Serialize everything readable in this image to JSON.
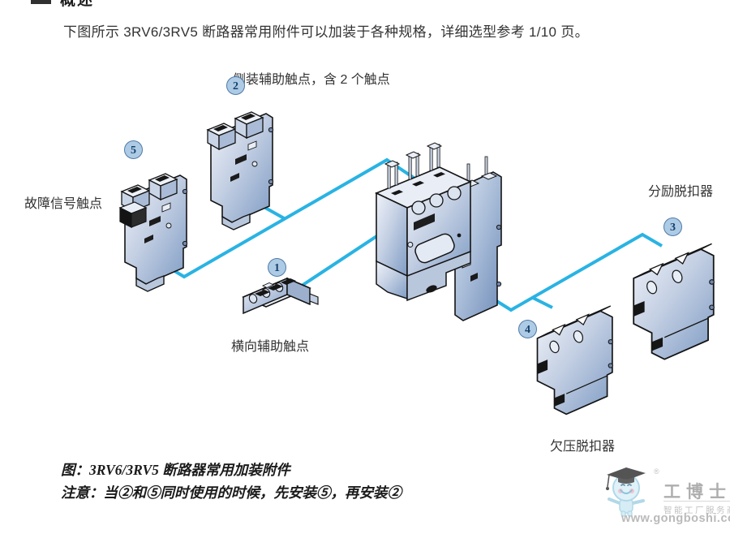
{
  "page": {
    "section_title": "概述",
    "intro": "下图所示 3RV6/3RV5 断路器常用附件可以加装于各种规格，详细选型参考 1/10 页。"
  },
  "diagram": {
    "accent_color": "#29b3e3",
    "labels": {
      "side_aux": "侧装辅助触点，含 2 个触点",
      "fault_signal": "故障信号触点",
      "transverse_aux": "横向辅助触点",
      "shunt_release": "分励脱扣器",
      "undervoltage_release": "欠压脱扣器"
    },
    "markers": {
      "m1": "1",
      "m2": "2",
      "m3": "3",
      "m4": "4",
      "m5": "5"
    }
  },
  "caption": {
    "figure": "图：3RV6/3RV5 断路器常用加装附件",
    "note": "注意：当②和⑤同时使用的时候，先安装⑤，再安装②"
  },
  "watermark": {
    "brand": "工博士",
    "reg": "®",
    "slogan": "智能工厂服务商",
    "url": "www.gongboshi.com"
  }
}
